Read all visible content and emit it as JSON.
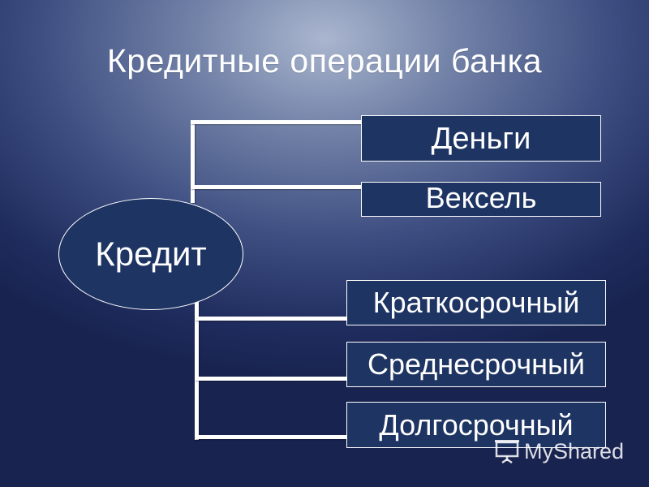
{
  "title": "Кредитные операции банка",
  "root": {
    "label": "Кредит"
  },
  "upper_branches": [
    {
      "label": "Деньги"
    },
    {
      "label": "Вексель"
    }
  ],
  "lower_branches": [
    {
      "label": "Краткосрочный"
    },
    {
      "label": "Среднесрочный"
    },
    {
      "label": "Долгосрочный"
    }
  ],
  "watermark": {
    "text": "MyShared",
    "icon": "projector-screen-icon"
  },
  "colors": {
    "box_fill": "#1e3463",
    "box_border": "#ffffff",
    "text": "#ffffff"
  }
}
